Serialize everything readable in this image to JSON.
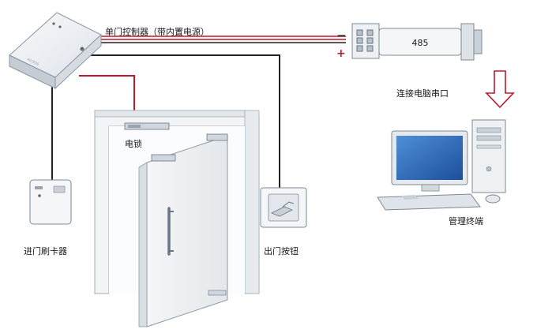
{
  "labels": {
    "controller": "单门控制器（带内置电源）",
    "lock": "电锁",
    "reader": "进门刷卡器",
    "exit_button": "出门按钮",
    "converter": "485",
    "serial_port": "连接电脑串口",
    "terminal": "管理终端",
    "minus": "−",
    "plus": "+"
  },
  "colors": {
    "power_wire": "#c0182a",
    "signal_wire": "#222222",
    "arrow_outline": "#c0182a"
  }
}
